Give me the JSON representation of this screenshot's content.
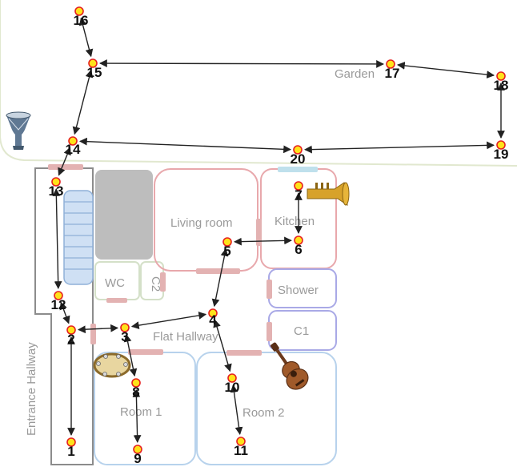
{
  "rooms": {
    "garden": "Garden",
    "living_room": "Living room",
    "kitchen": "Kitchen",
    "wc": "WC",
    "c2": "C2",
    "shower": "Shower",
    "c1": "C1",
    "flat_hallway": "Flat Hallway",
    "room1": "Room 1",
    "room2": "Room 2",
    "entrance_hallway": "Entrance Hallway"
  },
  "nodes": [
    {
      "id": "1",
      "label": "1"
    },
    {
      "id": "2",
      "label": "2"
    },
    {
      "id": "3",
      "label": "3"
    },
    {
      "id": "4",
      "label": "4"
    },
    {
      "id": "5",
      "label": "5"
    },
    {
      "id": "6",
      "label": "6"
    },
    {
      "id": "7",
      "label": "7"
    },
    {
      "id": "8",
      "label": "8"
    },
    {
      "id": "9",
      "label": "9"
    },
    {
      "id": "10",
      "label": "10"
    },
    {
      "id": "11",
      "label": "11"
    },
    {
      "id": "12",
      "label": "12"
    },
    {
      "id": "13",
      "label": "13"
    },
    {
      "id": "14",
      "label": "14"
    },
    {
      "id": "15",
      "label": "15"
    },
    {
      "id": "16",
      "label": "16"
    },
    {
      "id": "17",
      "label": "17"
    },
    {
      "id": "18",
      "label": "18"
    },
    {
      "id": "19",
      "label": "19"
    },
    {
      "id": "20",
      "label": "20"
    }
  ],
  "edges": [
    [
      "1",
      "2"
    ],
    [
      "2",
      "12"
    ],
    [
      "2",
      "3"
    ],
    [
      "3",
      "4"
    ],
    [
      "3",
      "8"
    ],
    [
      "8",
      "9"
    ],
    [
      "4",
      "5"
    ],
    [
      "4",
      "10"
    ],
    [
      "10",
      "11"
    ],
    [
      "5",
      "6"
    ],
    [
      "6",
      "7"
    ],
    [
      "12",
      "13"
    ],
    [
      "13",
      "14"
    ],
    [
      "14",
      "15"
    ],
    [
      "15",
      "16"
    ],
    [
      "15",
      "17"
    ],
    [
      "17",
      "18"
    ],
    [
      "18",
      "19"
    ],
    [
      "19",
      "20"
    ],
    [
      "20",
      "14"
    ]
  ],
  "icons": [
    "drum-icon",
    "trumpet-icon",
    "tambourine-icon",
    "ukulele-icon"
  ],
  "colors": {
    "node_fill": "#ffe21a",
    "node_stroke": "#e52020",
    "edge": "#222222",
    "garden_border": "#e1e8cf",
    "living_kitchen_border": "#e8a8ac",
    "bath_border": "#a9a9e6",
    "bedroom_border": "#b7d2ec",
    "wc_border": "#d4e0c8",
    "hall_border": "#8c8c8c",
    "stairs_fill": "#cfe0f4",
    "storage_fill": "#bdbdbd",
    "door": "#e3b2b2"
  }
}
